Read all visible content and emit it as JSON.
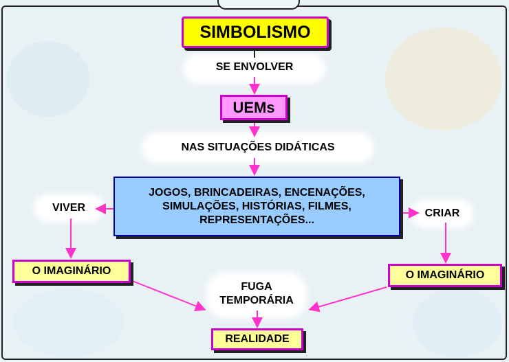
{
  "title": "SIMBOLISMO",
  "step1": "SE ENVOLVER",
  "subject": "UEMs",
  "step2": "NAS SITUAÇÕES DIDÁTICAS",
  "activities": [
    "JOGOS, BRINCADEIRAS, ENCENAÇÕES,",
    "SIMULAÇÕES, HISTÓRIAS, FILMES,",
    "REPRESENTAÇÕES..."
  ],
  "left_verb": "VIVER",
  "right_verb": "CRIAR",
  "left_result": "O IMAGINÁRIO",
  "right_result": "O IMAGINÁRIO",
  "middle": [
    "FUGA",
    "TEMPORÁRIA"
  ],
  "final": "REALIDADE",
  "colors": {
    "arrow": "#ff33cc",
    "title_fill": "#ffff00",
    "title_border": "#cc00cc",
    "subject_fill": "#ff99ff",
    "activities_fill": "#99ccff",
    "activities_border": "#0000aa",
    "result_fill": "#ffff99",
    "result_border": "#cc00cc"
  }
}
